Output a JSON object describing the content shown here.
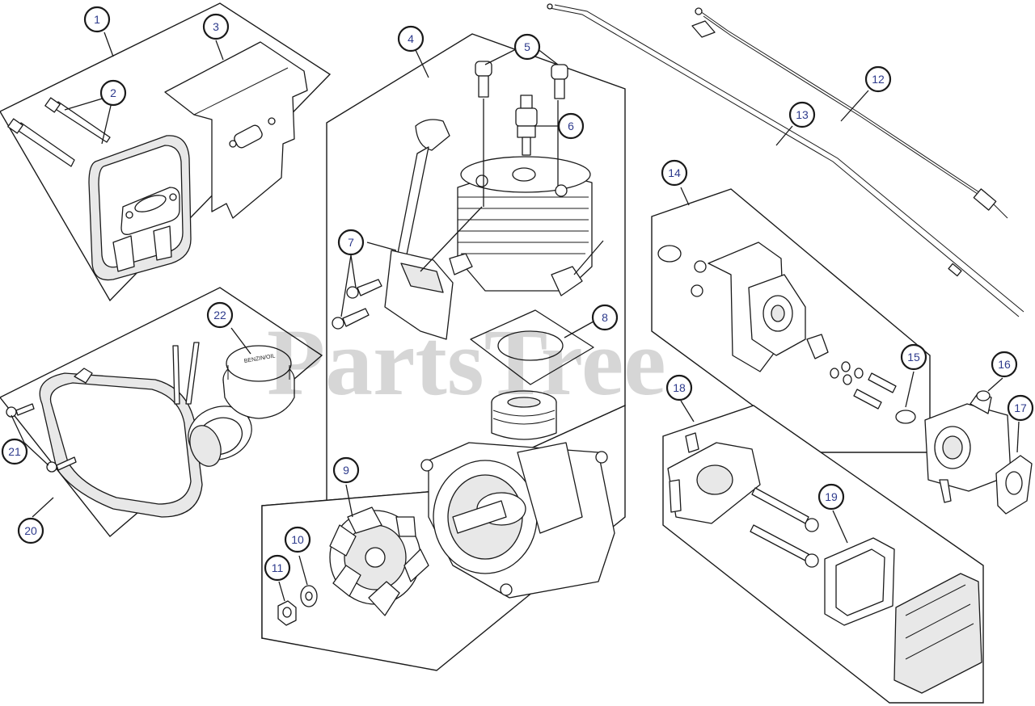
{
  "watermark": "PartsTree",
  "cap_label": "BENZIN/OIL",
  "callouts": [
    {
      "id": "1",
      "label": "1"
    },
    {
      "id": "2",
      "label": "2"
    },
    {
      "id": "3",
      "label": "3"
    },
    {
      "id": "4",
      "label": "4"
    },
    {
      "id": "5",
      "label": "5"
    },
    {
      "id": "6",
      "label": "6"
    },
    {
      "id": "7",
      "label": "7"
    },
    {
      "id": "8",
      "label": "8"
    },
    {
      "id": "9",
      "label": "9"
    },
    {
      "id": "10",
      "label": "10"
    },
    {
      "id": "11",
      "label": "11"
    },
    {
      "id": "12",
      "label": "12"
    },
    {
      "id": "13",
      "label": "13"
    },
    {
      "id": "14",
      "label": "14"
    },
    {
      "id": "15",
      "label": "15"
    },
    {
      "id": "16",
      "label": "16"
    },
    {
      "id": "17",
      "label": "17"
    },
    {
      "id": "18",
      "label": "18"
    },
    {
      "id": "19",
      "label": "19"
    },
    {
      "id": "20",
      "label": "20"
    },
    {
      "id": "21",
      "label": "21"
    },
    {
      "id": "22",
      "label": "22"
    }
  ]
}
